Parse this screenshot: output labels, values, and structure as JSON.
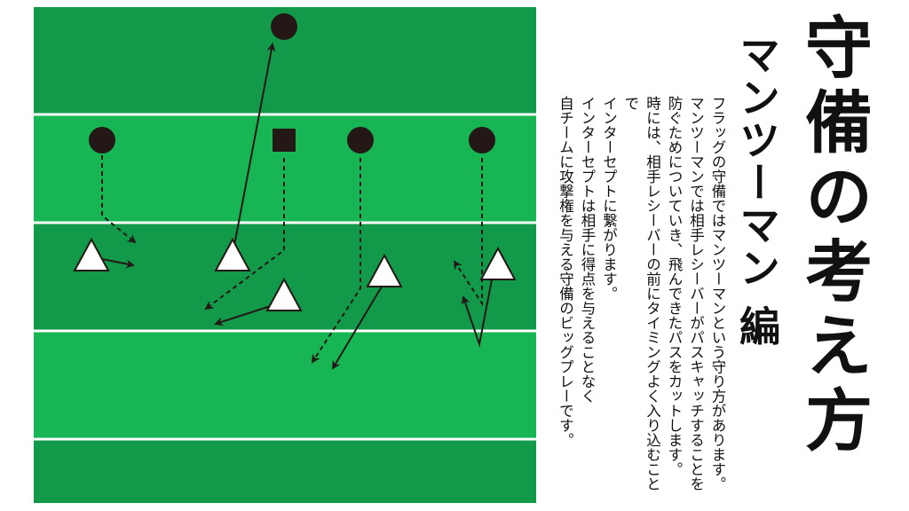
{
  "title": "守備の考え方",
  "subtitle": "マンツーマン 編",
  "body_lines": [
    "フラッグの守備ではマンツーマンという守り方があります。",
    "マンツーマンでは相手レシーバーがパスキャッチすることを",
    "防ぐためについていき、飛んできたパスをカットします。",
    "時には、相手レシーバーの前にタイミングよく入り込むことで",
    "インターセプトに繋がります。",
    "インターセプトは相手に得点を与えることなく",
    "自チームに攻撃権を与える守備のビッグプレーです。"
  ],
  "colors": {
    "field_dark": "#129a4a",
    "field_light": "#17b553",
    "marker": "#231815",
    "line": "#ffffff"
  }
}
